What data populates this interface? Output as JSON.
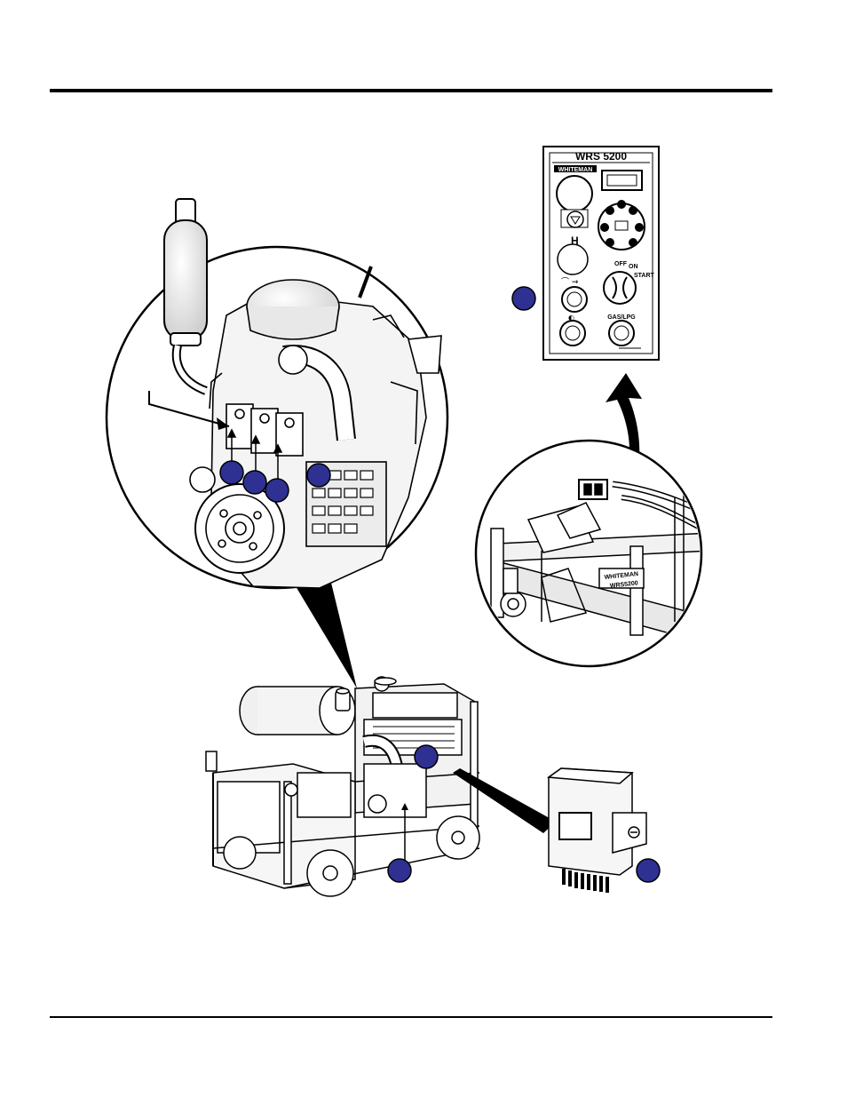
{
  "control_panel": {
    "model": "WRS 5200",
    "brand": "WHITEMAN",
    "switch_off": "OFF",
    "switch_on": "ON",
    "switch_start": "START",
    "fuel_label": "GAS/LPG"
  },
  "trailer_decal": {
    "brand": "WHITEMAN",
    "model": "WRS5200"
  },
  "colors": {
    "callout": "#2e3192",
    "line": "#000000"
  }
}
